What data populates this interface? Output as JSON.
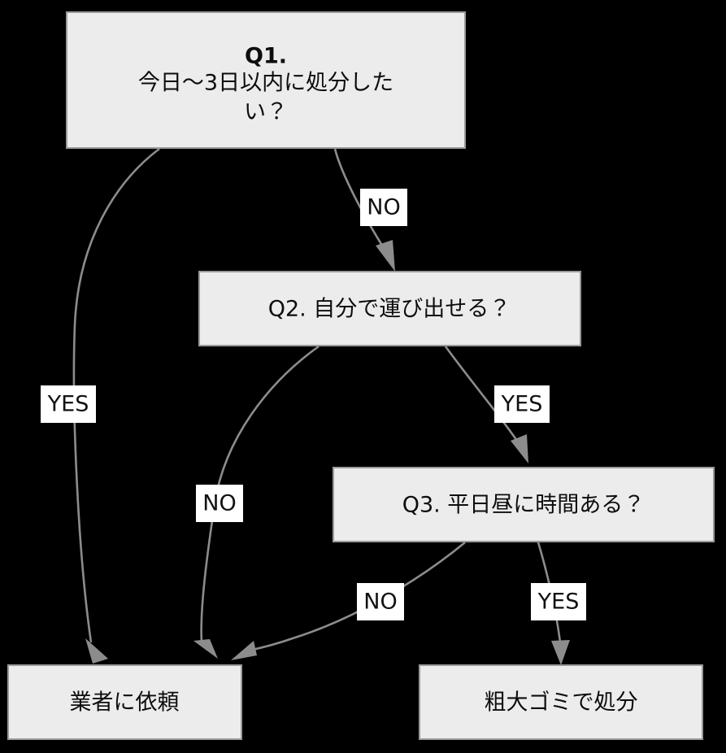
{
  "diagram": {
    "title_visible": false,
    "background_color": "#000000",
    "node_fill_color": "#ececec",
    "node_border_color": "#9a9a9a",
    "edge_color": "#8c8c8c",
    "label_background_color": "#ffffff",
    "text_color": "#0d0d0d",
    "type": "flowchart",
    "nodes": [
      {
        "id": "q1",
        "kind": "decision",
        "lines": [
          "Q1.",
          "今日〜3日以内に処分した",
          "い？"
        ]
      },
      {
        "id": "q2",
        "kind": "decision",
        "lines": [
          "Q2. 自分で運び出せる？"
        ]
      },
      {
        "id": "q3",
        "kind": "decision",
        "lines": [
          "Q3. 平日昼に時間ある？"
        ]
      },
      {
        "id": "result_contractor",
        "kind": "result",
        "lines": [
          "業者に依頼"
        ]
      },
      {
        "id": "result_bulky",
        "kind": "result",
        "lines": [
          "粗大ゴミで処分"
        ]
      }
    ],
    "edges": [
      {
        "id": "e1",
        "from": "q1",
        "to": "result_contractor",
        "label": "YES"
      },
      {
        "id": "e2",
        "from": "q1",
        "to": "q2",
        "label": "NO"
      },
      {
        "id": "e3",
        "from": "q2",
        "to": "result_contractor",
        "label": "NO"
      },
      {
        "id": "e4",
        "from": "q2",
        "to": "q3",
        "label": "YES"
      },
      {
        "id": "e5",
        "from": "q3",
        "to": "result_contractor",
        "label": "NO"
      },
      {
        "id": "e6",
        "from": "q3",
        "to": "result_bulky",
        "label": "YES"
      }
    ]
  }
}
